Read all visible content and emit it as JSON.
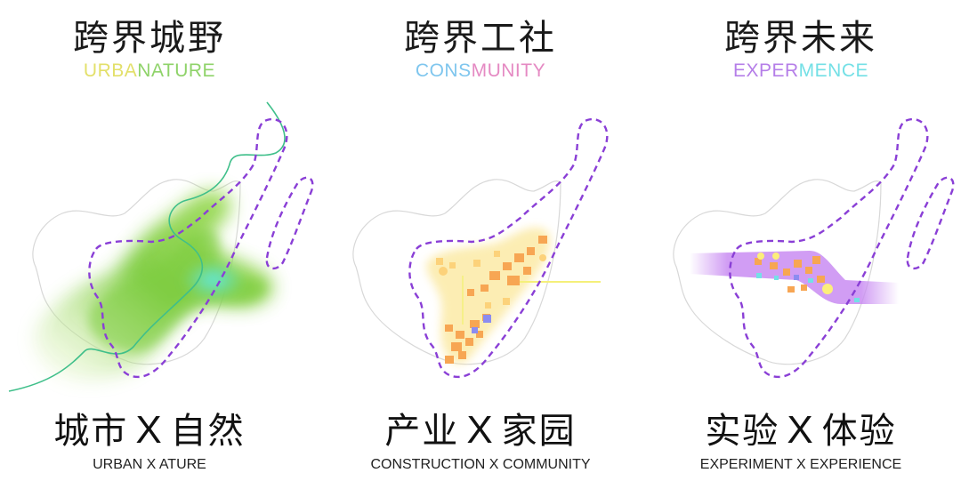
{
  "panels": [
    {
      "title": "跨界城野",
      "subtitle_a": "URBA",
      "subtitle_b": "NATURE",
      "bottom_left": "城市",
      "bottom_x": "X",
      "bottom_right": "自然",
      "caption": "URBAN X ATURE"
    },
    {
      "title": "跨界工社",
      "subtitle_a": "CONS",
      "subtitle_b": "MUNITY",
      "bottom_left": "产业",
      "bottom_x": "X",
      "bottom_right": "家园",
      "caption": "CONSTRUCTION X COMMUNITY"
    },
    {
      "title": "跨界未来",
      "subtitle_a": "EXPER",
      "subtitle_b": "MENCE",
      "bottom_left": "实验",
      "bottom_x": "X",
      "bottom_right": "体验",
      "caption": "EXPERIMENT X EXPERIENCE"
    }
  ],
  "colors": {
    "boundary_dashed": "#8a3fd6",
    "outline": "#d8d8d8",
    "nature_green": "#7ccc3e",
    "nature_cyan": "#5fe8e0",
    "river": "#3fbf8a",
    "industry_yellow": "#fbe79a",
    "industry_orange": "#f7a653",
    "industry_blue": "#8c8cf0",
    "future_purple": "#c98cf2"
  }
}
